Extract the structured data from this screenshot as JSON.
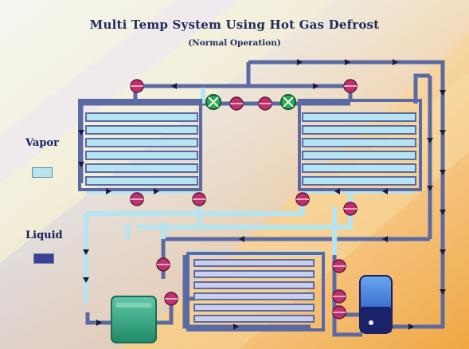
{
  "title": "Multi Temp System Using Hot Gas Defrost",
  "subtitle": "(Normal Operation)",
  "legend": {
    "vapor": {
      "label": "Vapor",
      "color": "#b6e4f0"
    },
    "liquid": {
      "label": "Liquid",
      "color": "#3b3f96"
    }
  },
  "colors": {
    "vapor_line": "#b6e4f0",
    "liquid_line": "#5c6aa4",
    "valve": "#c0306c",
    "solenoid_valve": "#2fa85a",
    "receiver": "#3d7cd6",
    "accumulator": "#2ea07c"
  },
  "icons": [
    "expansion-valve-icon",
    "solenoid-valve-icon",
    "flow-arrow-icon"
  ]
}
